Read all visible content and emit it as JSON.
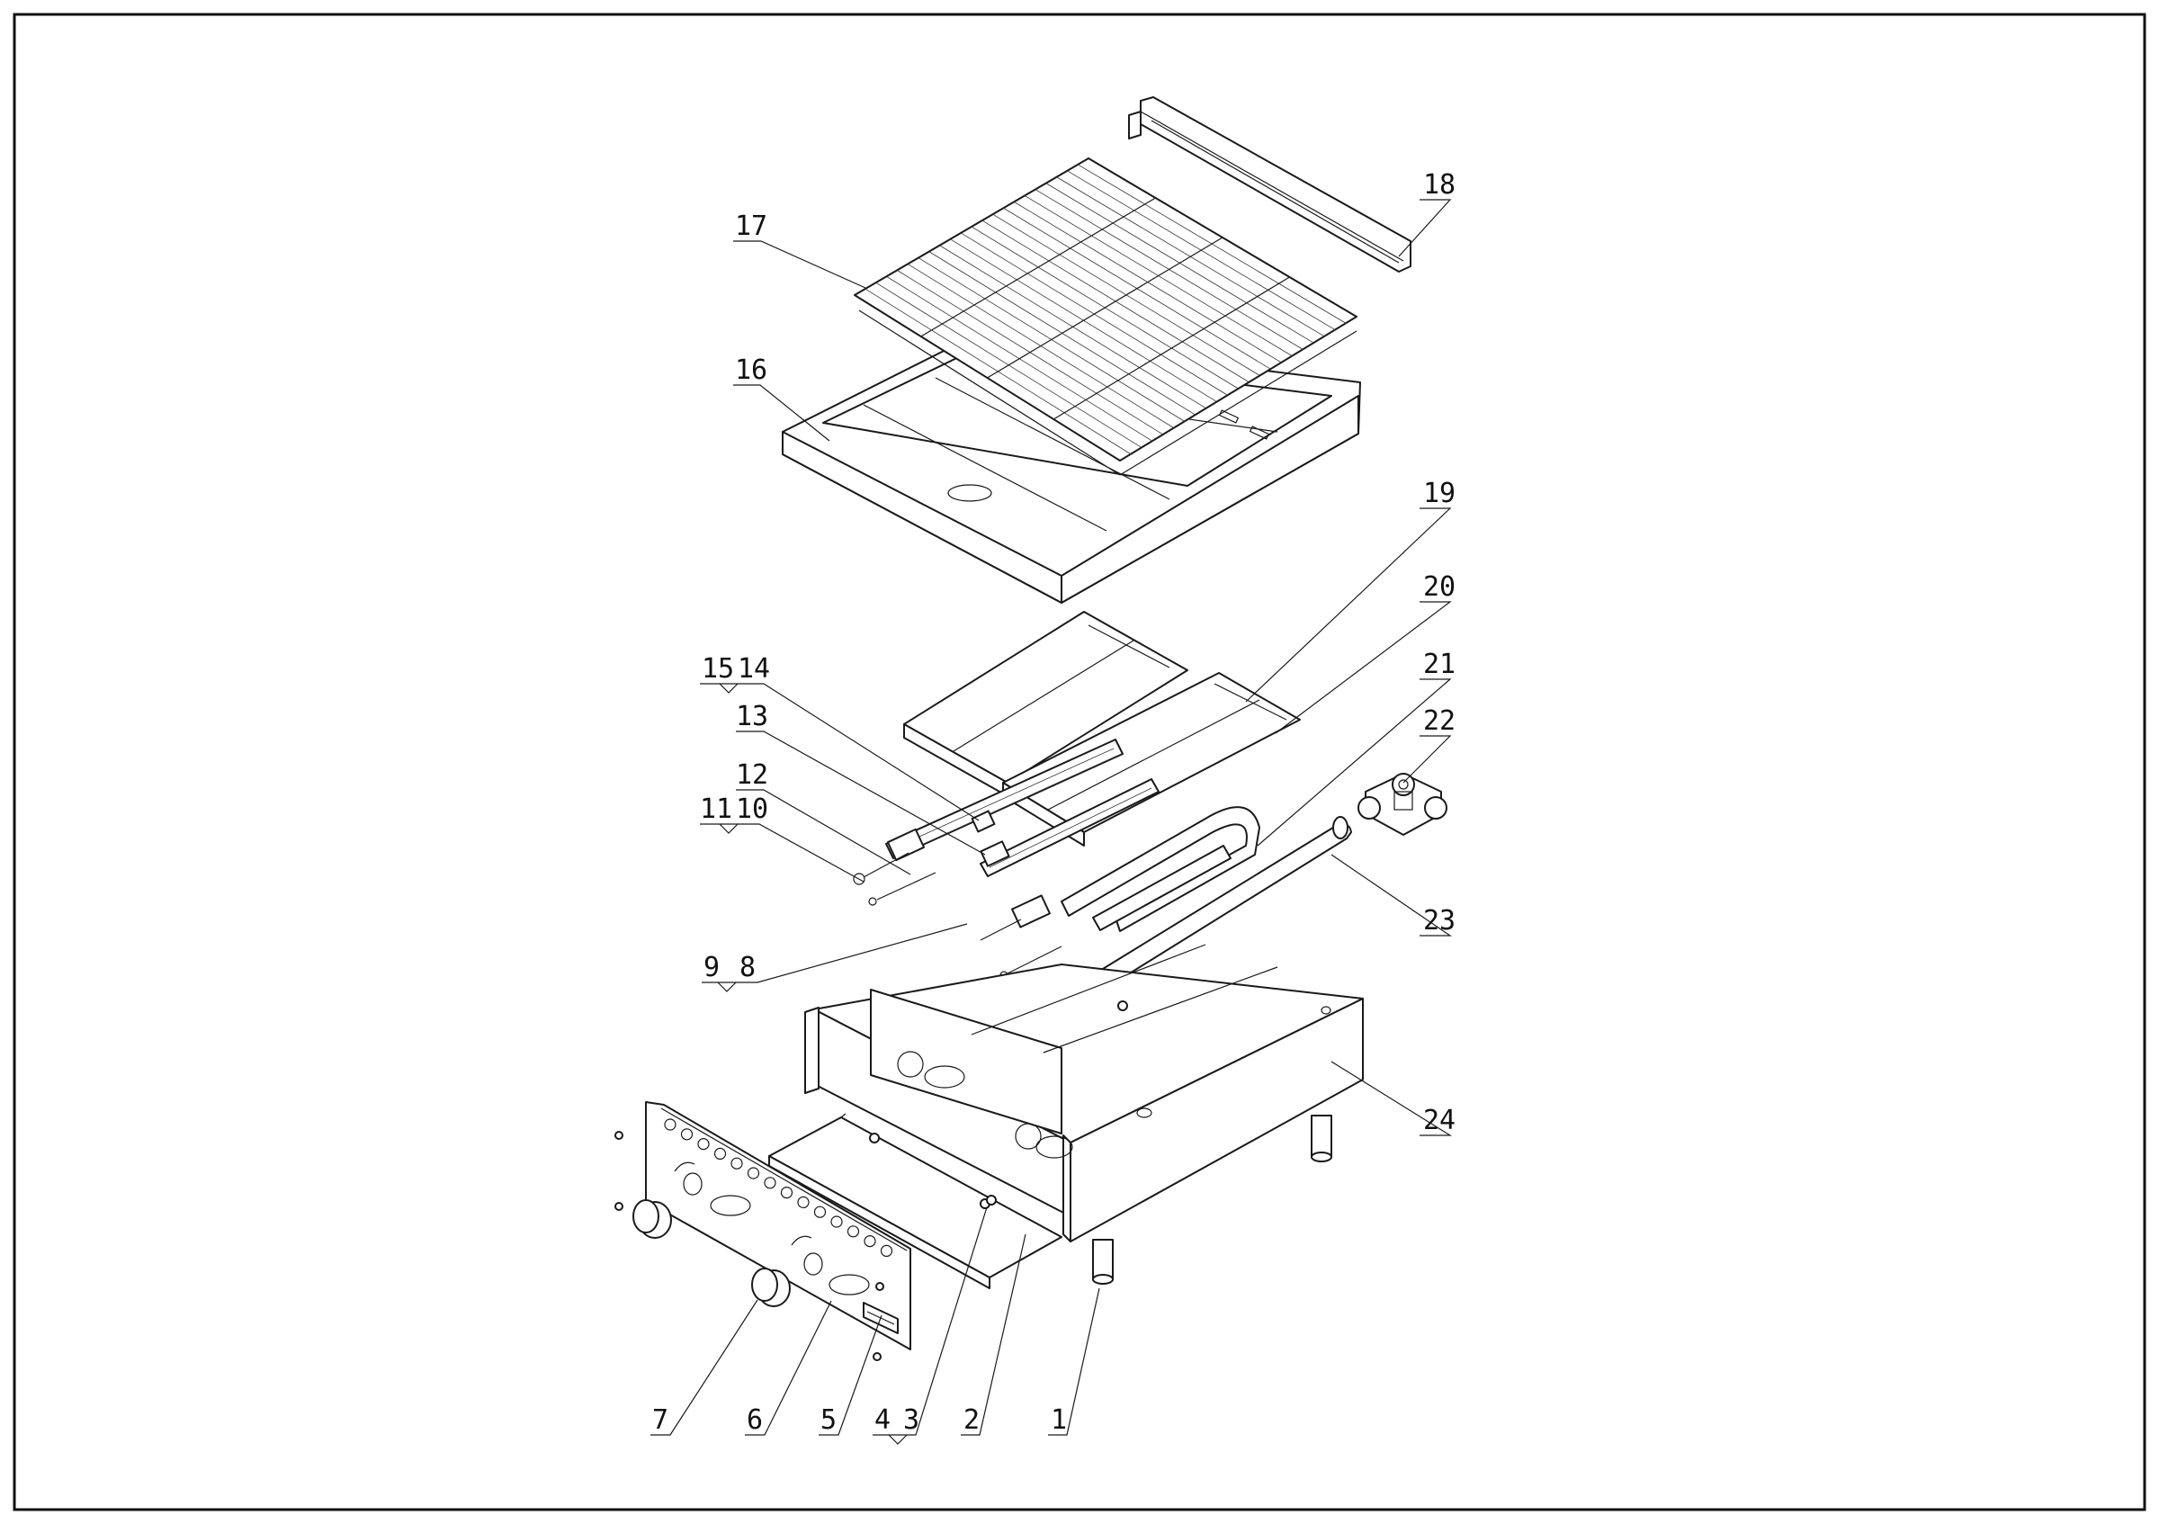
{
  "drawing": {
    "type": "exploded-parts-diagram",
    "colors": {
      "line": "#1a1a1a",
      "background": "#ffffff"
    }
  },
  "callouts": {
    "c1": "1",
    "c2": "2",
    "c3": "3",
    "c4": "4",
    "c5": "5",
    "c6": "6",
    "c7": "7",
    "c8": "8",
    "c9": "9",
    "c10": "10",
    "c11": "11",
    "c12": "12",
    "c13": "13",
    "c14": "14",
    "c15": "15",
    "c16": "16",
    "c17": "17",
    "c18": "18",
    "c19": "19",
    "c20": "20",
    "c21": "21",
    "c22": "22",
    "c23": "23",
    "c24": "24"
  }
}
